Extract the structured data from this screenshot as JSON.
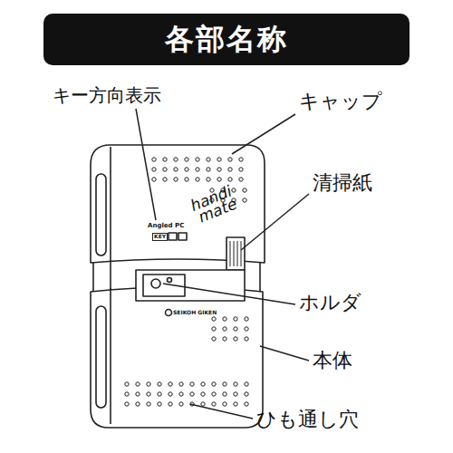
{
  "diagram": {
    "title": "各部名称",
    "labels": [
      "キー方向表示",
      "キャップ",
      "清掃紙",
      "ホルダ",
      "本体",
      "ひも通し穴",
      "Angled PC",
      "KEY",
      "handi mate",
      "SEIKOH GIKEN"
    ]
  }
}
